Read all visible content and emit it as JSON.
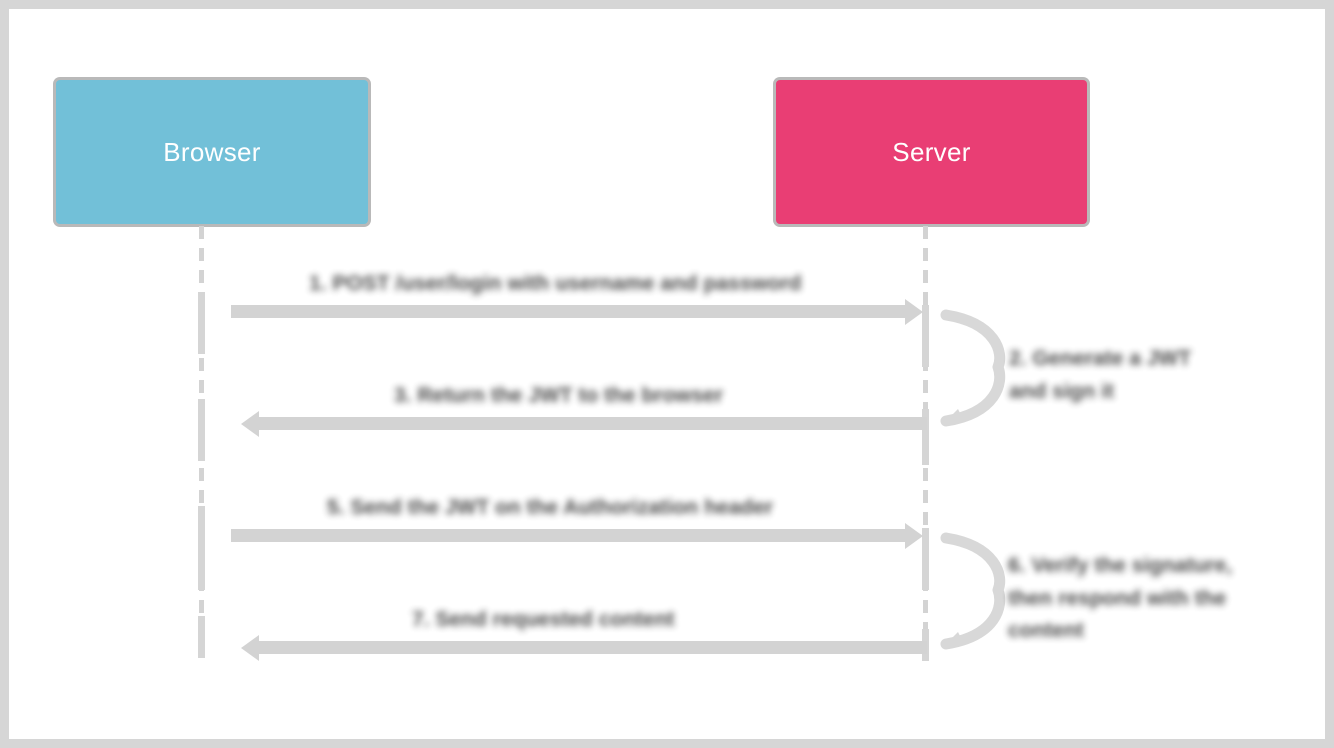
{
  "diagram": {
    "type": "sequence-diagram",
    "title": "",
    "background_color": "#ffffff",
    "frame_border_color": "#d6d6d6",
    "line_color": "#d3d3d3",
    "text_color": "#3a3a3a",
    "text_rendering": "blurred"
  },
  "actors": [
    {
      "id": "browser",
      "label": "Browser",
      "color": "#72c0d8",
      "text_color": "#ffffff"
    },
    {
      "id": "server",
      "label": "Server",
      "color": "#e93e74",
      "text_color": "#ffffff"
    }
  ],
  "messages": [
    {
      "number": "1.",
      "label": "1. POST /user/login with username and password",
      "from": "browser",
      "to": "server",
      "direction": "right",
      "redacted": true
    },
    {
      "number": "3.",
      "label": "3. Return the JWT to the browser",
      "from": "server",
      "to": "browser",
      "direction": "left",
      "redacted": true
    },
    {
      "number": "5.",
      "label": "5. Send the JWT on the Authorization header",
      "from": "browser",
      "to": "server",
      "direction": "right",
      "redacted": true
    },
    {
      "number": "7.",
      "label": "7. Send requested content",
      "from": "server",
      "to": "browser",
      "direction": "left",
      "redacted": true
    }
  ],
  "notes": [
    {
      "id": "note-1",
      "actor": "server",
      "lines": [
        "2. Generate a JWT",
        "and sign it"
      ],
      "redacted": true
    },
    {
      "id": "note-2",
      "actor": "server",
      "lines": [
        "6. Verify the signature,",
        "then respond with the",
        "content"
      ],
      "redacted": true
    }
  ]
}
